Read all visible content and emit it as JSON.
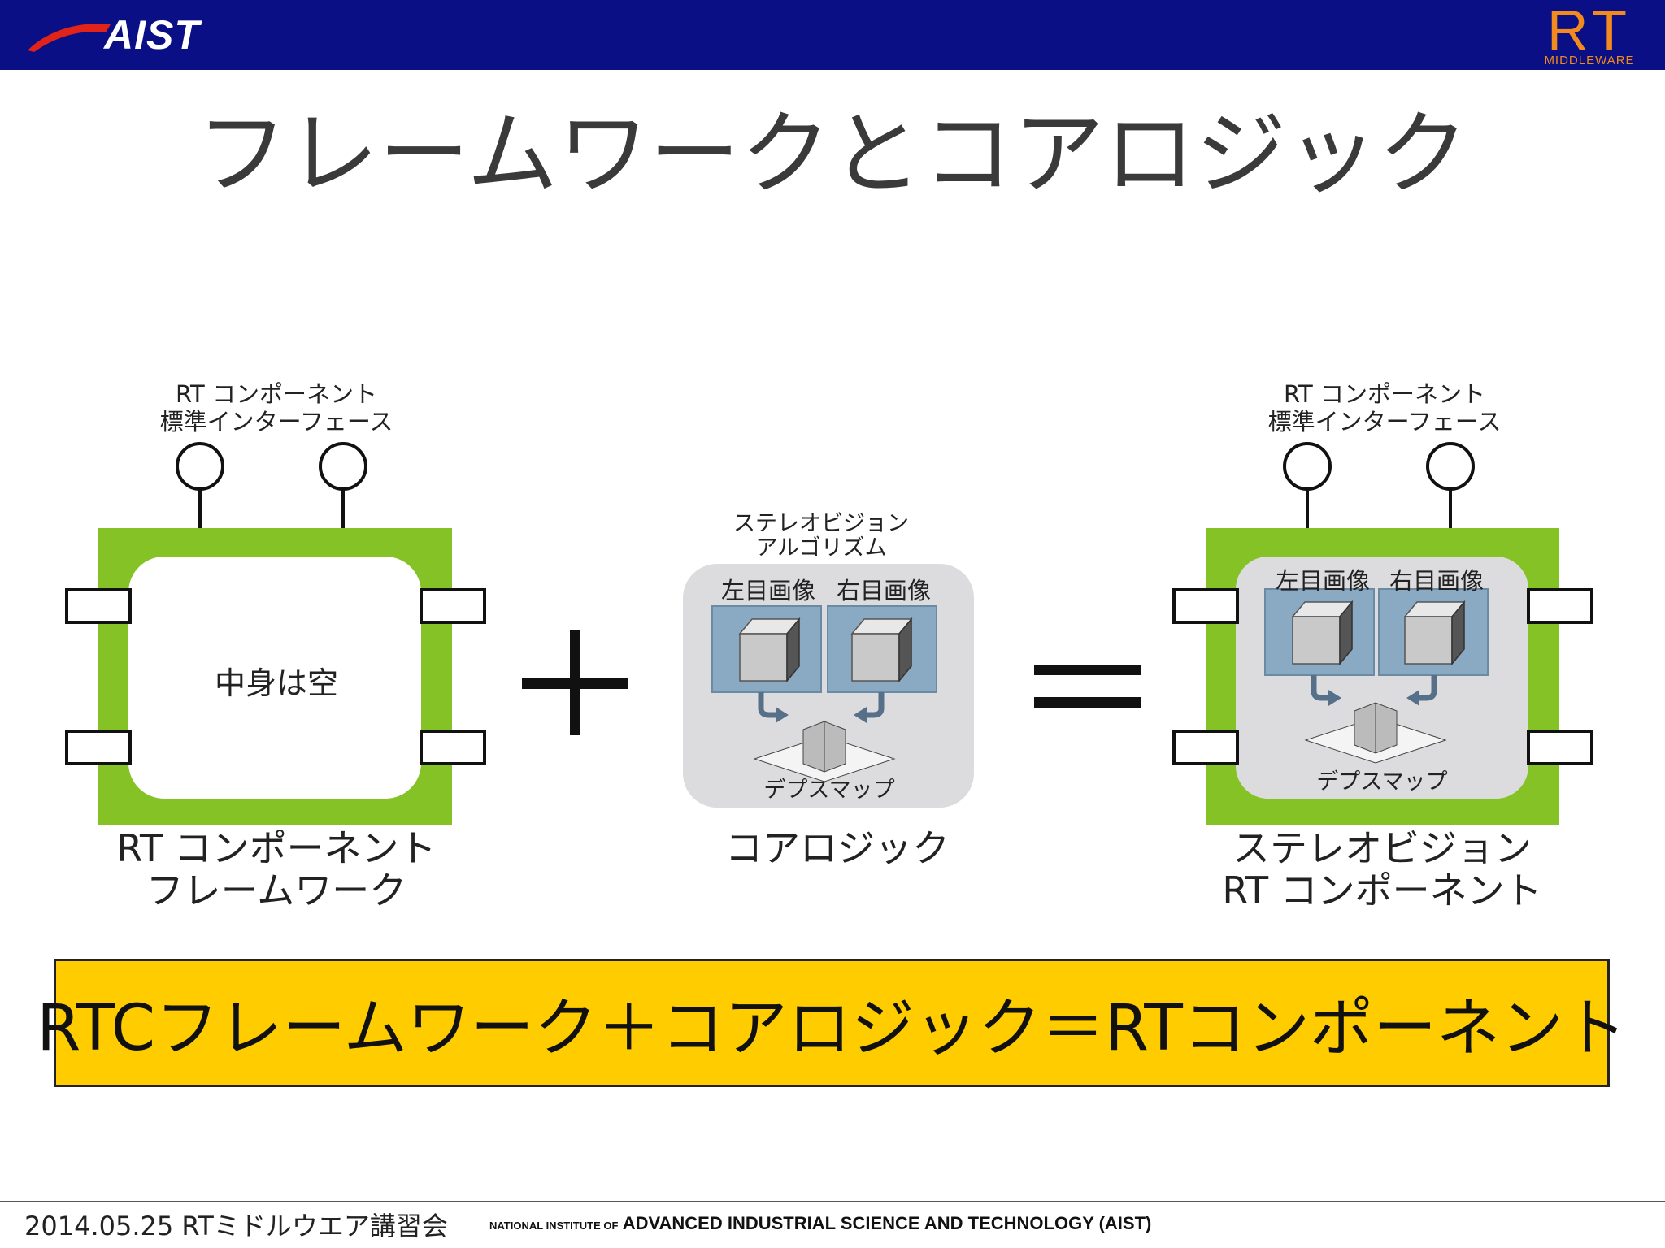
{
  "header": {
    "left_logo": "AIST",
    "right_logo": "RT",
    "right_logo_sub": "MIDDLEWARE"
  },
  "title": "フレームワークとコアロジック",
  "left_component": {
    "interface_label_line1": "RT コンポーネント",
    "interface_label_line2": "標準インターフェース",
    "content": "中身は空",
    "caption_line1": "RT コンポーネント",
    "caption_line2": "フレームワーク"
  },
  "core_logic": {
    "algorithm_line1": "ステレオビジョン",
    "algorithm_line2": "アルゴリズム",
    "left_image": "左目画像",
    "right_image": "右目画像",
    "depth_map": "デプスマップ",
    "caption": "コアロジック"
  },
  "right_component": {
    "interface_label_line1": "RT コンポーネント",
    "interface_label_line2": "標準インターフェース",
    "left_image": "左目画像",
    "right_image": "右目画像",
    "depth_map": "デプスマップ",
    "caption_line1": "ステレオビジョン",
    "caption_line2": "RT コンポーネント"
  },
  "formula": "RTCフレームワーク＋コアロジック＝RTコンポーネント",
  "footer": {
    "date": "2014.05.25 RTミドルウエア講習会",
    "institute_small": "NATIONAL INSTITUTE OF",
    "institute_large": "ADVANCED INDUSTRIAL SCIENCE AND TECHNOLOGY (AIST)"
  },
  "colors": {
    "header": "#0a0f86",
    "component_green": "#84c225",
    "formula_yellow": "#ffcc00",
    "rt_logo_orange": "#f28a1d"
  }
}
